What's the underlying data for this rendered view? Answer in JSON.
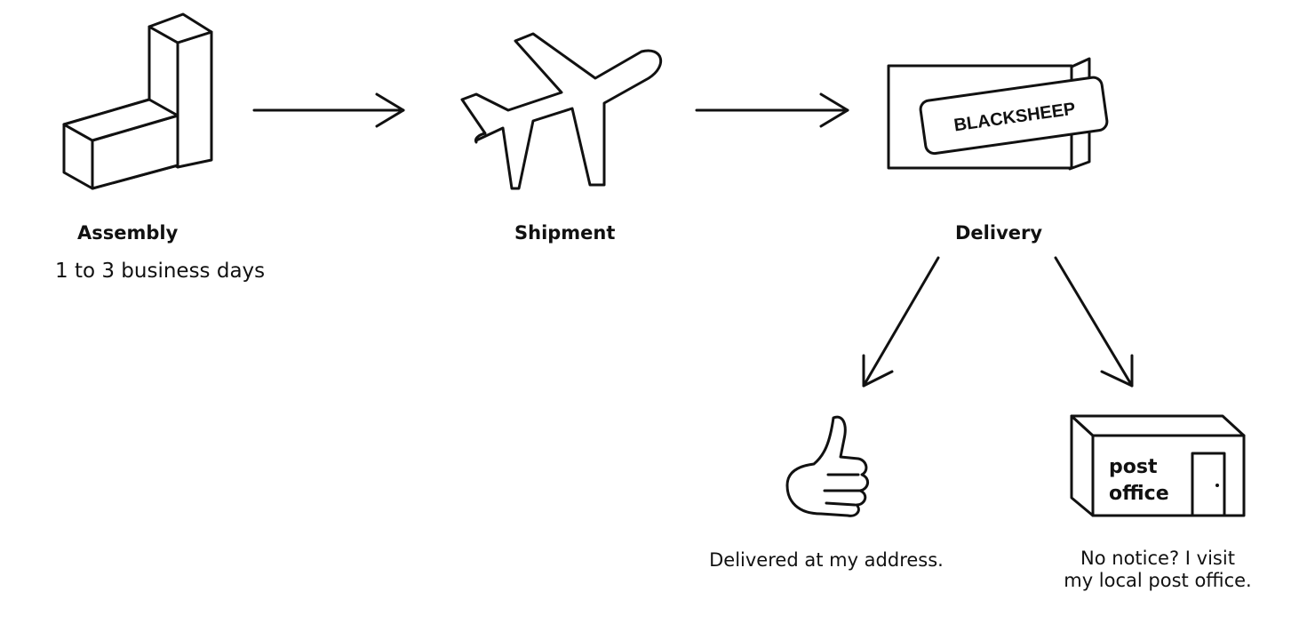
{
  "steps": [
    {
      "id": "assembly",
      "title": "Assembly",
      "subtitle": "1 to 3 business days",
      "icon": "blocks-icon"
    },
    {
      "id": "shipment",
      "title": "Shipment",
      "icon": "airplane-icon"
    },
    {
      "id": "delivery",
      "title": "Delivery",
      "icon": "envelope-icon"
    }
  ],
  "envelope_label": "BLACKSHEEP",
  "outcomes": [
    {
      "id": "home",
      "text": "Delivered at my address.",
      "icon": "thumbs-up-icon"
    },
    {
      "id": "post",
      "text_line1": "No notice? I visit",
      "text_line2": "my local post office.",
      "icon": "post-office-icon"
    }
  ],
  "post_office_sign": {
    "line1": "post",
    "line2": "office"
  },
  "colors": {
    "ink": "#111111",
    "background": "#ffffff"
  }
}
